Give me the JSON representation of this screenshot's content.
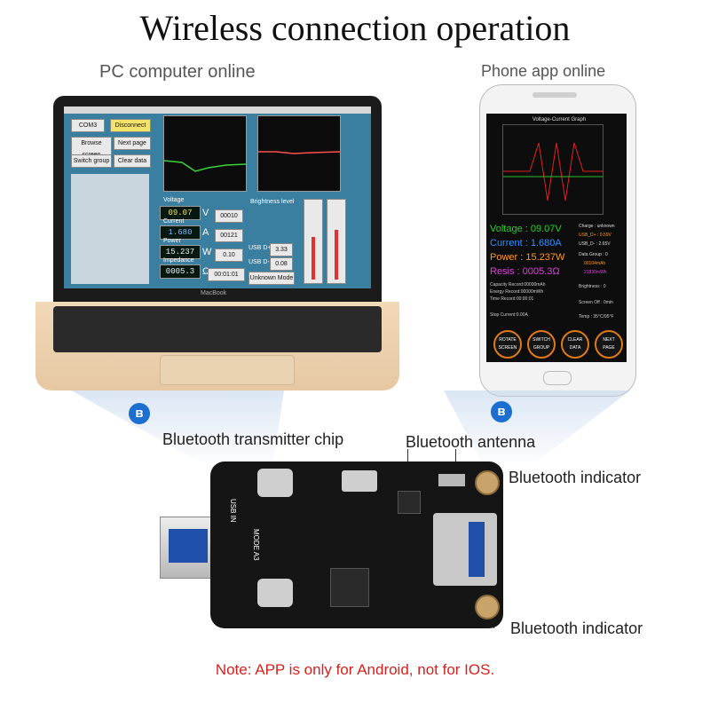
{
  "title": "Wireless connection operation",
  "pc_label": "PC computer online",
  "phone_label": "Phone app online",
  "callouts": {
    "chip": "Bluetooth transmitter chip",
    "antenna": "Bluetooth antenna",
    "indicator_top": "Bluetooth indicator",
    "indicator_bottom": "Bluetooth indicator"
  },
  "note": "Note: APP is only for Android, not for IOS.",
  "laptop": {
    "brand": "MacBook",
    "com_port": "COM3",
    "disconnect": "Disconnect",
    "browse": "Browse screen",
    "next_page": "Next page",
    "switch_group": "Switch group",
    "clear": "Clear data",
    "voltage_label": "Voltage",
    "voltage": "09.07",
    "voltage_unit": "V",
    "current_label": "Current",
    "current": "1.680",
    "current_unit": "A",
    "power_label": "Power",
    "power": "15.237",
    "power_unit": "W",
    "imp_label": "Impedance",
    "impedance": "0005.3",
    "imp_unit": "Ω",
    "usb_d_plus": "3.33",
    "usb_d_minus": "0.08",
    "record_a": "00010",
    "record_b": "00121",
    "record_c": "0.10",
    "record_time": "00:01:01",
    "brightness": "Brightness level",
    "unknown": "Unknown Mode"
  },
  "phone": {
    "graph_title": "Voltage-Current Graph",
    "voltage": "Voltage : 09.07V",
    "current": "Current : 1.680A",
    "power": "Power : 15.237W",
    "resis": "Resis : 0005.3Ω",
    "charge": "Charge : unknown",
    "usb_d_plus": "USB_D+ : 0.59V",
    "usb_d_minus": "USB_D- : 2.65V",
    "data_group": "Data Group : 0",
    "mah": "00104mAh",
    "mwh": "21830mWh",
    "capacity": "Capacity Record:00000mAh",
    "energy": "Energy Record:00000mWh",
    "time": "Time Record:00:00:01",
    "brightness": "Brightness : 0",
    "screen_off": "Screen Off : 0min",
    "stop_current": "Stop Current:0.00A",
    "temp": "Temp : 35°C/95°F",
    "buttons": [
      "ROTATE SCREEN",
      "SWITCH GROUP",
      "CLEAR DATA",
      "NEXT PAGE"
    ]
  },
  "board": {
    "usb_in": "USB IN",
    "mode": "MODE A3"
  },
  "colors": {
    "note": "#d8201e",
    "bluetooth": "#1c6fd1",
    "phone_voltage": "#21d321",
    "phone_current": "#2f8fff",
    "phone_power": "#ff9a1a",
    "phone_resis": "#e13fe1"
  }
}
